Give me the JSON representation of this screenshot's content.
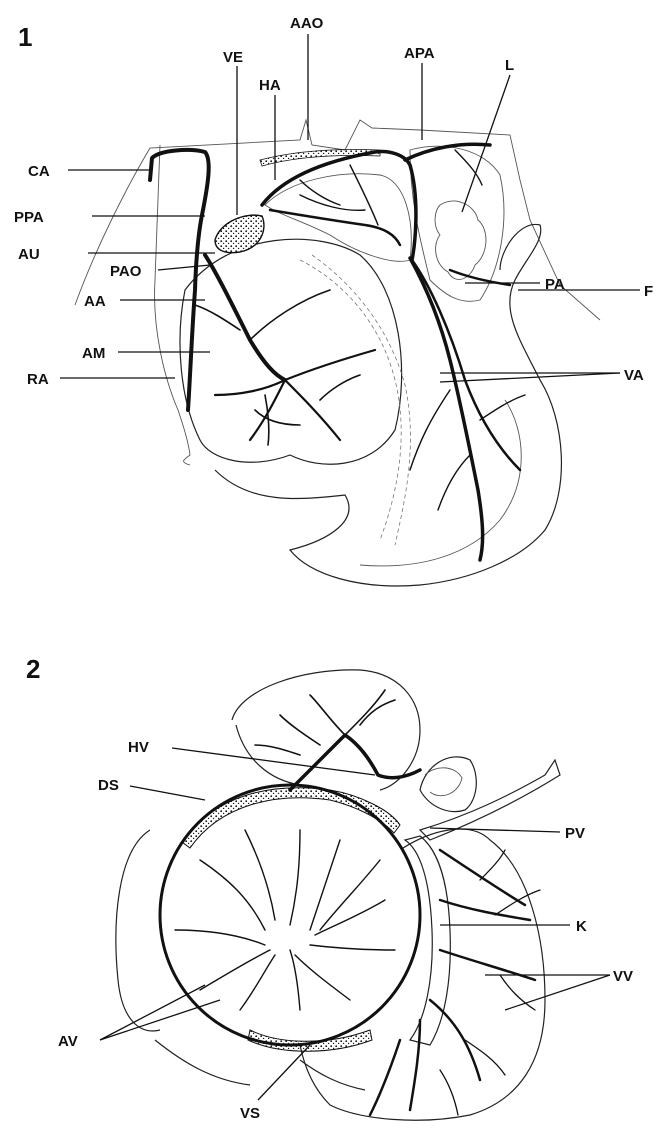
{
  "figure1": {
    "number": "1",
    "labels": {
      "CA": "CA",
      "PPA": "PPA",
      "AU": "AU",
      "PAO": "PAO",
      "AA": "AA",
      "AM": "AM",
      "RA": "RA",
      "VE": "VE",
      "HA": "HA",
      "AAO": "AAO",
      "APA": "APA",
      "L": "L",
      "F": "F",
      "PA": "PA",
      "VA": "VA"
    }
  },
  "figure2": {
    "number": "2",
    "labels": {
      "HV": "HV",
      "DS": "DS",
      "PV": "PV",
      "K": "K",
      "VV": "VV",
      "AV": "AV",
      "VS": "VS"
    }
  }
}
